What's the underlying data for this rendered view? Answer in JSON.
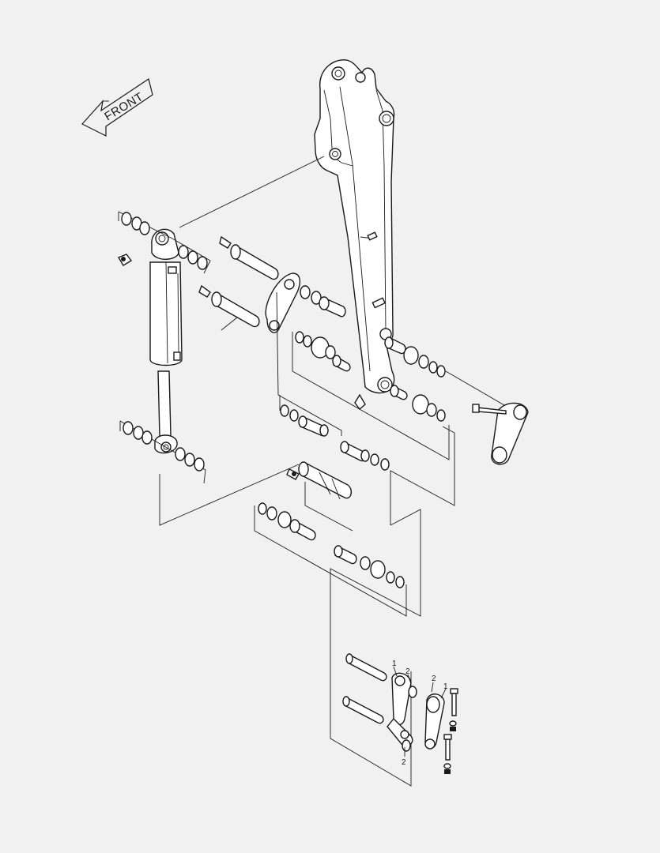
{
  "diagram": {
    "direction_label": "FRONT",
    "callouts": [
      {
        "id": "c1a",
        "text": "1"
      },
      {
        "id": "c2a",
        "text": "2"
      },
      {
        "id": "c2b",
        "text": "2"
      },
      {
        "id": "c1b",
        "text": "1"
      },
      {
        "id": "c2c",
        "text": "2"
      }
    ]
  }
}
